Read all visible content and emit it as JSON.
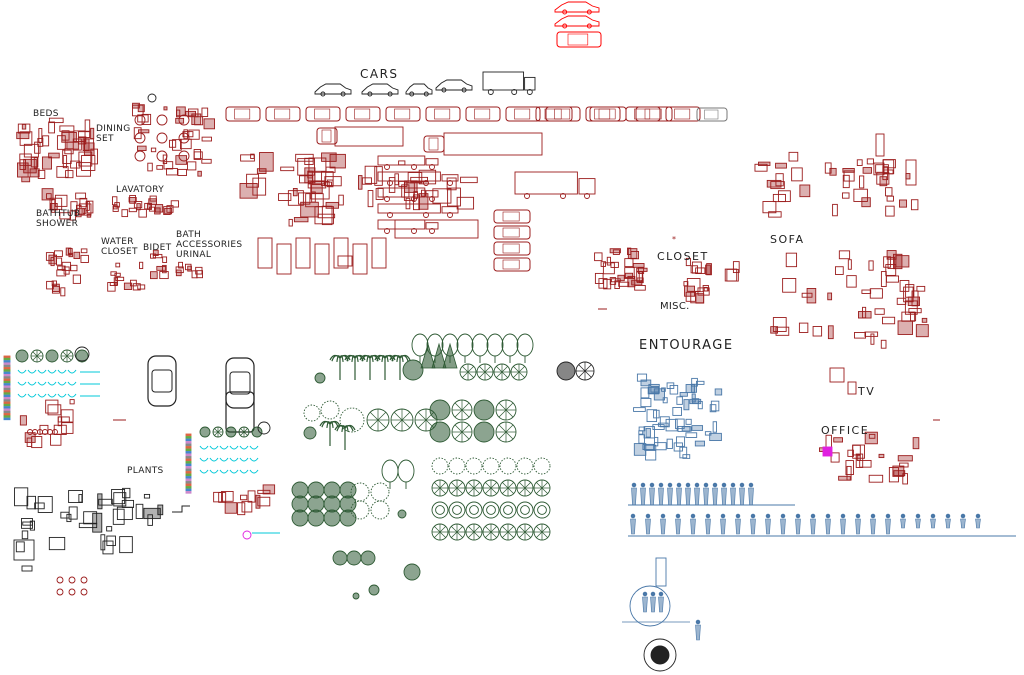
{
  "colors": {
    "furniture": "#9b1c1c",
    "cars": "#b32020",
    "cars_highlight": "#ff0000",
    "plants": "#2e5a34",
    "people": "#4a78a8",
    "blocks": "#222222",
    "accent_cyan": "#00c8d8",
    "accent_magenta": "#e020e0",
    "label": "#222222",
    "background": "#ffffff"
  },
  "labels": {
    "beds": "BEDS",
    "dining_set": [
      "DINING",
      "SET"
    ],
    "lavatory": "LAVATORY",
    "bathtub_shower": [
      "BATHTUB",
      "SHOWER"
    ],
    "water_closet": [
      "WATER",
      "CLOSET"
    ],
    "bidet": "BIDET",
    "bath_accessories_urinal": [
      "BATH",
      "ACCESSORIES",
      "URINAL"
    ],
    "cars": "CARS",
    "closet": "CLOSET",
    "misc": "MISC.",
    "sofa": "SOFA",
    "entourage": "ENTOURAGE",
    "tv": "TV",
    "office": "OFFICE",
    "plants": "PLANTS"
  },
  "icons": {
    "furniture_block": "furniture-block-icon",
    "car_top_view": "car-top-view-icon",
    "car_side_view": "car-side-view-icon",
    "truck": "truck-icon",
    "tree_plan": "tree-plan-icon",
    "palm_elevation": "palm-tree-icon",
    "person_elevation": "person-icon",
    "round_table": "round-table-icon"
  }
}
